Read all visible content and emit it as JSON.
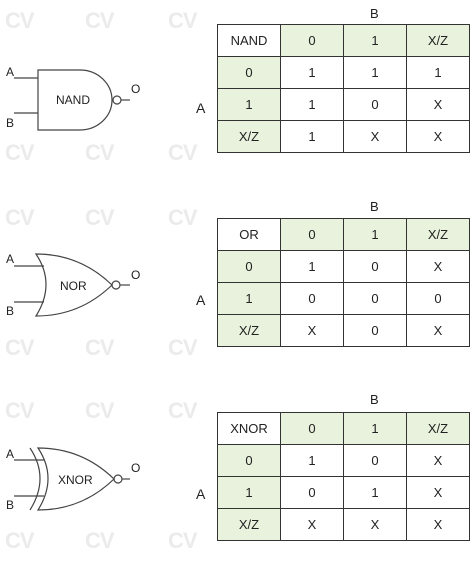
{
  "watermark": "CV",
  "tables": [
    {
      "gate": "NAND",
      "input_a": "A",
      "input_b": "B",
      "output": "O",
      "row_var": "A",
      "col_var": "B",
      "headers": [
        "0",
        "1",
        "X/Z"
      ],
      "rows": [
        {
          "label": "0",
          "cells": [
            "1",
            "1",
            "1"
          ]
        },
        {
          "label": "1",
          "cells": [
            "1",
            "0",
            "X"
          ]
        },
        {
          "label": "X/Z",
          "cells": [
            "1",
            "X",
            "X"
          ]
        }
      ]
    },
    {
      "gate": "OR",
      "symbol_label": "NOR",
      "input_a": "A",
      "input_b": "B",
      "output": "O",
      "row_var": "A",
      "col_var": "B",
      "headers": [
        "0",
        "1",
        "X/Z"
      ],
      "rows": [
        {
          "label": "0",
          "cells": [
            "1",
            "0",
            "X"
          ]
        },
        {
          "label": "1",
          "cells": [
            "0",
            "0",
            "0"
          ]
        },
        {
          "label": "X/Z",
          "cells": [
            "X",
            "0",
            "X"
          ]
        }
      ]
    },
    {
      "gate": "XNOR",
      "input_a": "A",
      "input_b": "B",
      "output": "O",
      "row_var": "A",
      "col_var": "B",
      "headers": [
        "0",
        "1",
        "X/Z"
      ],
      "rows": [
        {
          "label": "0",
          "cells": [
            "1",
            "0",
            "X"
          ]
        },
        {
          "label": "1",
          "cells": [
            "0",
            "1",
            "X"
          ]
        },
        {
          "label": "X/Z",
          "cells": [
            "X",
            "X",
            "X"
          ]
        }
      ]
    }
  ]
}
